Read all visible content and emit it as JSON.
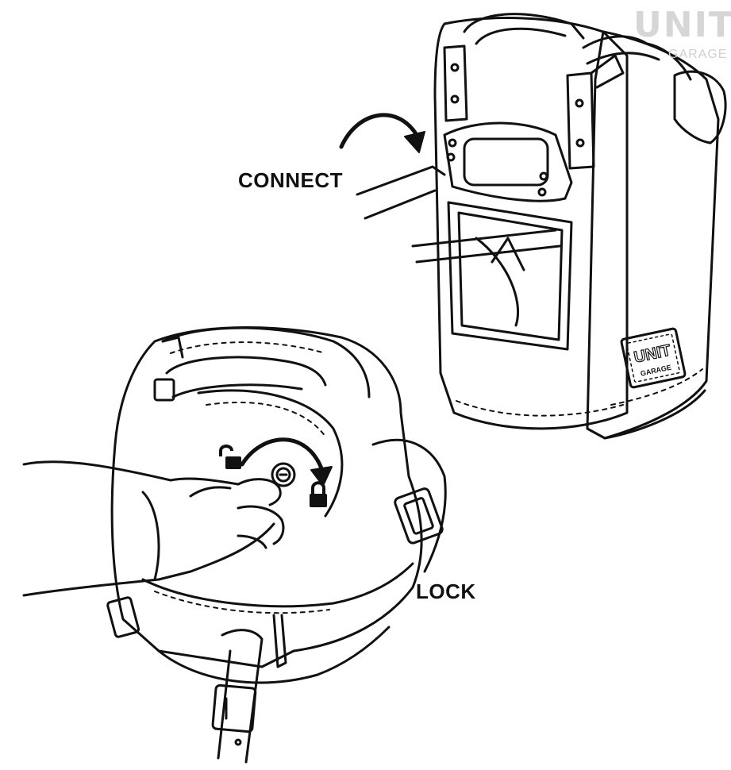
{
  "labels": {
    "connect": "CONNECT",
    "lock": "LOCK"
  },
  "brand": {
    "logo_main": "UNIT",
    "logo_sub": "GARAGE",
    "patch_main": "UNIT",
    "patch_sub": "GARAGE"
  },
  "colors": {
    "ink": "#111111",
    "background": "#ffffff",
    "watermark": "#d6d6d6"
  },
  "icons": [
    "curved-arrow-icon",
    "unlocked-padlock-icon",
    "locked-padlock-icon"
  ]
}
